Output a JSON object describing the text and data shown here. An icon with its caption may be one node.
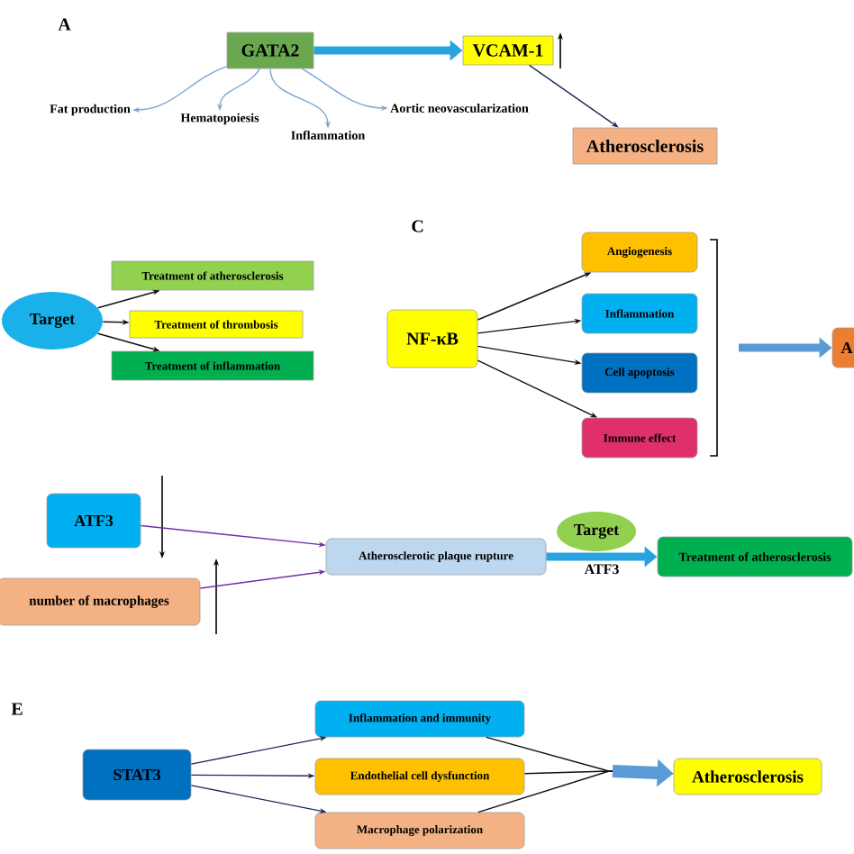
{
  "diagram": {
    "nodes": [
      {
        "text": [
          "GATA2"
        ]
      },
      {
        "text": [
          "VCAM-1"
        ]
      },
      {
        "text": [
          "Atherosclerosis"
        ]
      },
      {
        "text": [
          "Fat production"
        ]
      },
      {
        "text": [
          "Hematopoiesis"
        ]
      },
      {
        "text": [
          "Inflammation"
        ]
      },
      {
        "text": [
          "Aortic neovascularization"
        ]
      },
      {
        "text": [
          "Target"
        ]
      },
      {
        "text": [
          "Treatment of atherosclerosis"
        ]
      },
      {
        "text": [
          "Treatment of thrombosis"
        ]
      },
      {
        "text": [
          "Treatment of inflammation"
        ]
      },
      {
        "text": [
          "NF-κB"
        ]
      },
      {
        "text": [
          "Angiogenesis"
        ]
      },
      {
        "text": [
          "Inflammation"
        ]
      },
      {
        "text": [
          "Cell apoptosis"
        ]
      },
      {
        "text": [
          "Immune effect"
        ]
      },
      {
        "text": [
          "A"
        ]
      },
      {
        "text": [
          "ATF3"
        ]
      },
      {
        "text": [
          "number of macrophages"
        ]
      },
      {
        "text": [
          "Atherosclerotic plaque rupture"
        ]
      },
      {
        "text": [
          "Target"
        ]
      },
      {
        "text": [
          "Treatment of atherosclerosis"
        ]
      },
      {
        "text": [
          "STAT3"
        ]
      },
      {
        "text": [
          "Inflammation and immunity"
        ]
      },
      {
        "text": [
          "Endothelial cell dysfunction"
        ]
      },
      {
        "text": [
          "Macrophage polarization"
        ]
      },
      {
        "text": [
          "Atherosclerosis"
        ]
      }
    ],
    "edges": [
      {
        "from": 0,
        "to": 1,
        "arrow": "to",
        "style": "thick",
        "color": "#29a3e0"
      },
      {
        "from": 1,
        "to": 2,
        "arrow": "to",
        "color": "#1f2a5a"
      },
      {
        "from": 0,
        "to": 3,
        "arrow": "to",
        "color": "#7ba7d0"
      },
      {
        "from": 0,
        "to": 4,
        "arrow": "to",
        "color": "#7ba7d0"
      },
      {
        "from": 0,
        "to": 5,
        "arrow": "to",
        "color": "#7ba7d0"
      },
      {
        "from": 0,
        "to": 6,
        "arrow": "to",
        "color": "#7ba7d0"
      },
      {
        "from": 7,
        "to": 8,
        "arrow": "to"
      },
      {
        "from": 7,
        "to": 9,
        "arrow": "to"
      },
      {
        "from": 7,
        "to": 10,
        "arrow": "to"
      },
      {
        "from": 11,
        "to": 12,
        "arrow": "to"
      },
      {
        "from": 11,
        "to": 13,
        "arrow": "to"
      },
      {
        "from": 11,
        "to": 14,
        "arrow": "to"
      },
      {
        "from": 11,
        "to": 15,
        "arrow": "to"
      },
      {
        "from": null,
        "to": 16,
        "arrow": "to",
        "style": "thick",
        "color": "#5b9bd5"
      },
      {
        "from": 17,
        "to": 19,
        "arrow": "to",
        "color": "#7030a0"
      },
      {
        "from": 18,
        "to": 19,
        "arrow": "to",
        "color": "#7030a0"
      },
      {
        "from": 19,
        "to": 21,
        "arrow": "to",
        "style": "thick",
        "color": "#29a3e0",
        "label": "ATF3"
      },
      {
        "from": 22,
        "to": 23,
        "arrow": "to",
        "color": "#1f2a5a"
      },
      {
        "from": 22,
        "to": 24,
        "arrow": "to",
        "color": "#1f2a5a"
      },
      {
        "from": 22,
        "to": 25,
        "arrow": "to",
        "color": "#1f2a5a"
      },
      {
        "from": 23,
        "to": 26,
        "arrow": "to"
      },
      {
        "from": 24,
        "to": 26,
        "arrow": "to"
      },
      {
        "from": 25,
        "to": 26,
        "arrow": "to"
      }
    ],
    "labels": [
      "A",
      "C",
      "E"
    ]
  }
}
